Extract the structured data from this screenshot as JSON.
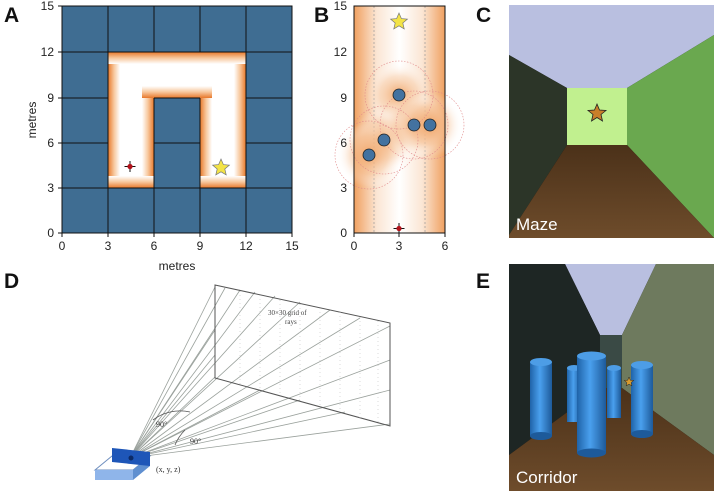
{
  "panels": {
    "A": {
      "label": "A",
      "xlabel": "metres",
      "ylabel": "metres",
      "xticks": [
        "0",
        "3",
        "6",
        "9",
        "12",
        "15"
      ],
      "yticks": [
        "15",
        "12",
        "9",
        "6",
        "3",
        "0"
      ]
    },
    "B": {
      "label": "B",
      "xticks": [
        "0",
        "3",
        "6"
      ],
      "yticks": [
        "15",
        "12",
        "9",
        "6",
        "3",
        "0"
      ]
    },
    "C": {
      "label": "C",
      "caption": "Maze"
    },
    "D": {
      "label": "D",
      "grid_note_line1": "30×30 grid of",
      "grid_note_line2": "rays",
      "angle_vertical": "90°",
      "angle_horizontal": "90°",
      "camera_position": "(x, y, z)"
    },
    "E": {
      "label": "E",
      "caption": "Corridor"
    }
  },
  "colors": {
    "wall_blue": "#3f6d92",
    "path_orange": "#e8782a",
    "sky": "#b9bfe0",
    "floor_wood": "#5b3d22",
    "wall_green": "#6aa84f",
    "pillar_blue": "#2f86d8",
    "star_yellow": "#f3e346"
  }
}
